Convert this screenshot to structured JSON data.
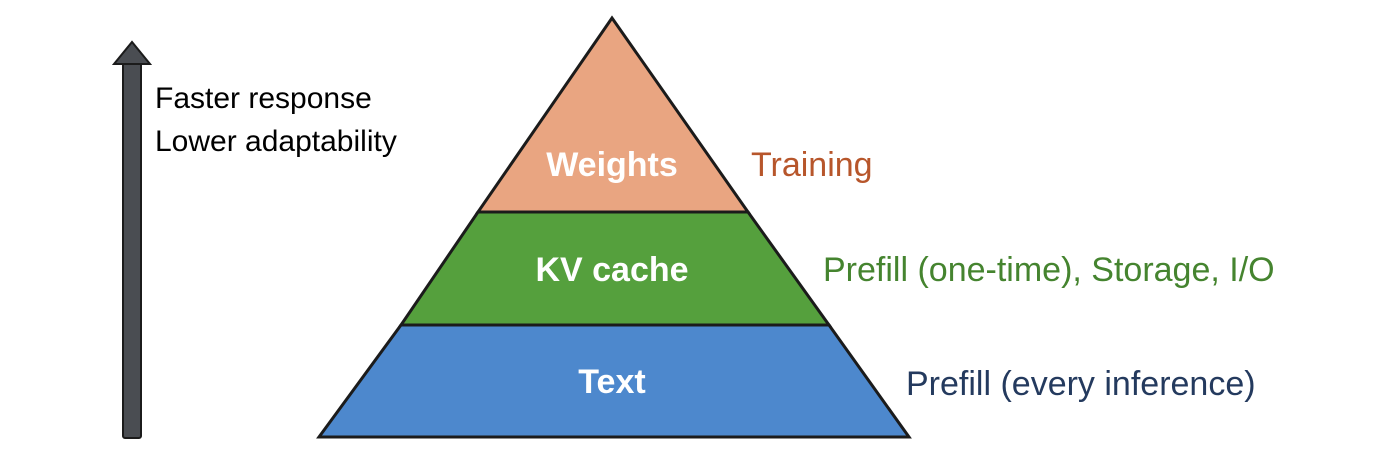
{
  "arrow": {
    "line1": "Faster response",
    "line2": "Lower adaptability",
    "color": "#4a4d52"
  },
  "tiers": [
    {
      "name": "Weights",
      "cost": "Training",
      "fill": "#e9a581",
      "cost_color": "#b7562b"
    },
    {
      "name": "KV cache",
      "cost": "Prefill (one-time), Storage, I/O",
      "fill": "#55a03d",
      "cost_color": "#45842f"
    },
    {
      "name": "Text",
      "cost": "Prefill (every inference)",
      "fill": "#4d88cd",
      "cost_color": "#243a5e"
    }
  ],
  "outline_color": "#1b1b1b"
}
